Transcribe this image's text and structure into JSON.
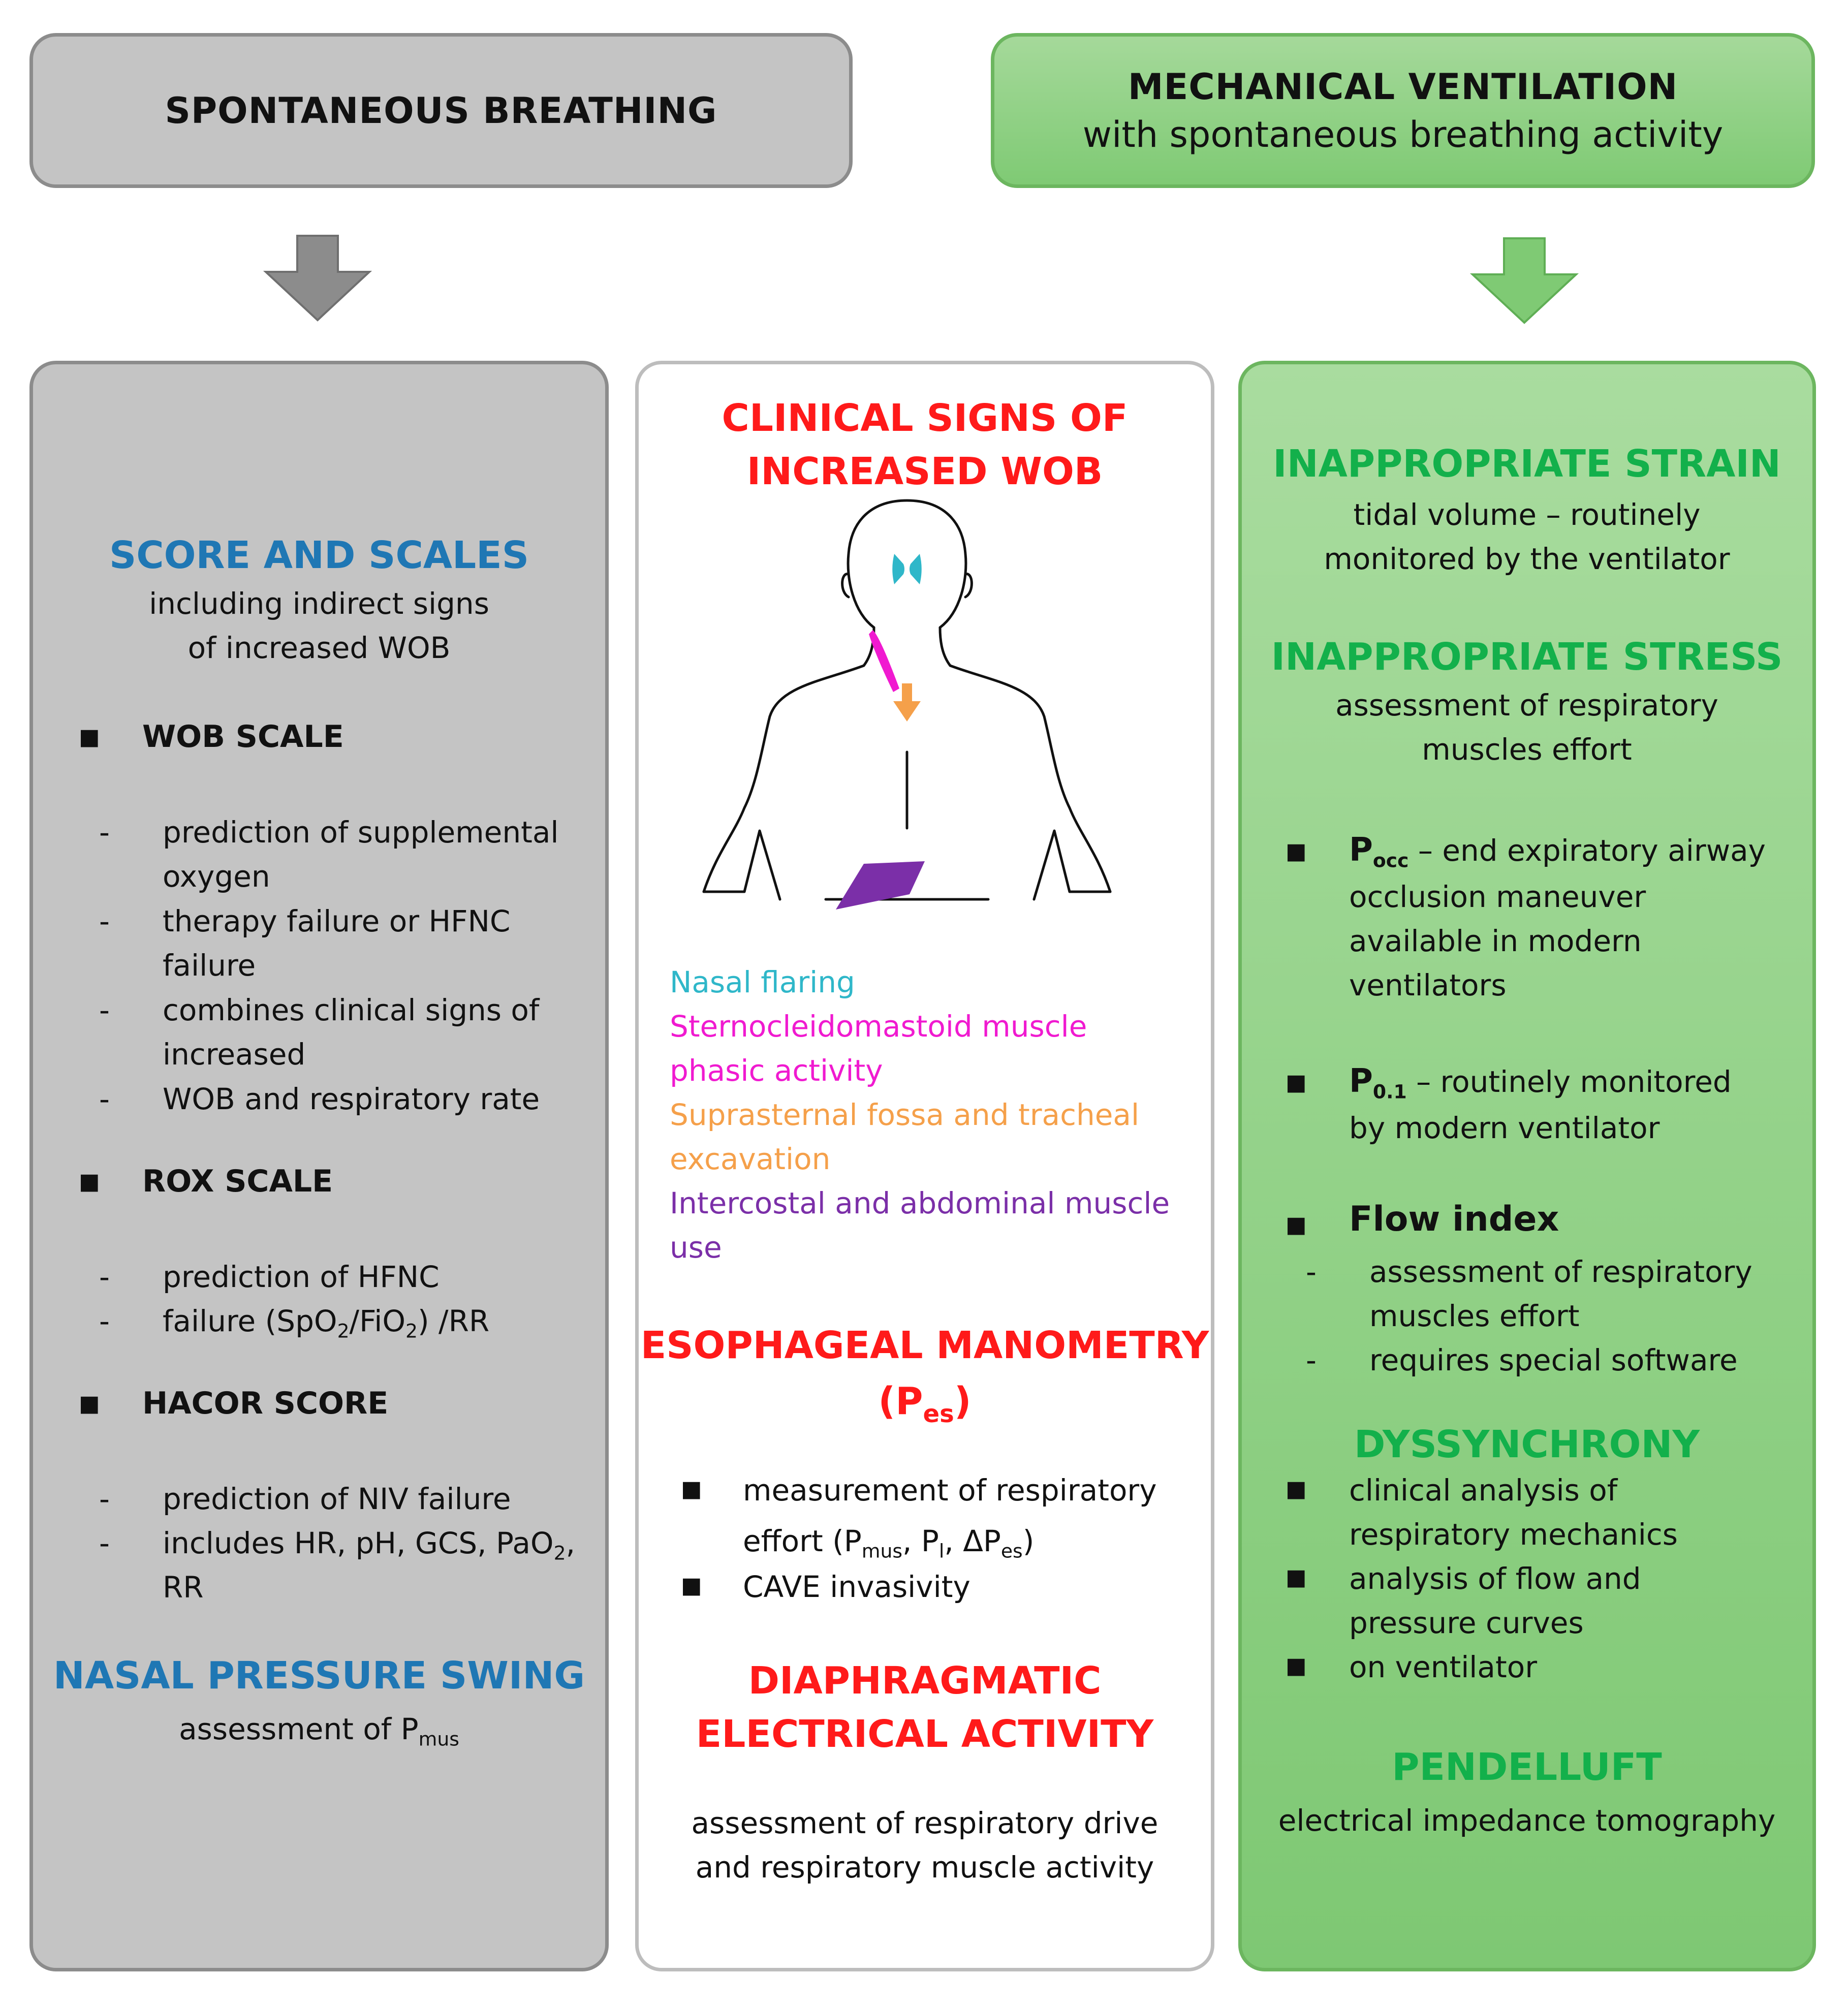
{
  "header_left": {
    "title": "SPONTANEOUS BREATHING"
  },
  "header_right": {
    "title": "MECHANICAL VENTILATION",
    "subtitle": "with spontaneous breathing activity"
  },
  "left": {
    "title": "SCORE AND SCALES",
    "subtitle_1": "including indirect signs",
    "subtitle_2": "of increased WOB",
    "wob_scale": "WOB SCALE",
    "wob_items": [
      "prediction of supplemental",
      "oxygen",
      "therapy failure or HFNC",
      "failure",
      "combines clinical signs of",
      "increased",
      "WOB and respiratory rate"
    ],
    "rox_scale": "ROX SCALE",
    "rox_1": "prediction of HFNC",
    "rox_2_a": "failure (SpO",
    "rox_2_b": "/FiO",
    "rox_2_c": ") /RR",
    "hacor": "HACOR SCORE",
    "hacor_1": "prediction of NIV failure",
    "hacor_2_a": "includes HR, pH, GCS, PaO",
    "hacor_2_b": ",",
    "hacor_3": "RR",
    "nasal_title": "NASAL PRESSURE SWING",
    "nasal_text": "assessment of P",
    "nasal_sub": "mus",
    "sub2": "2"
  },
  "middle": {
    "title_1": "CLINICAL SIGNS OF",
    "title_2": "INCREASED WOB",
    "signs": {
      "nasal": "Nasal flaring",
      "scm_1": "Sternocleidomastoid muscle",
      "scm_2": "phasic activity",
      "supra_1": "Suprasternal fossa and tracheal",
      "supra_2": "excavation",
      "inter_1": "Intercostal and abdominal muscle",
      "inter_2": "use"
    },
    "colors": {
      "nasal": "#2fb7c9",
      "scm": "#f01ad0",
      "supra": "#f5a04a",
      "inter": "#7b2fa8"
    },
    "eso_title": "ESOPHAGEAL MANOMETRY",
    "eso_p": "(P",
    "eso_sub": "es",
    "eso_close": ")",
    "eso_1": "measurement of respiratory",
    "eso_2_a": "effort (P",
    "eso_2_mus": "mus",
    "eso_2_b": ", P",
    "eso_2_l": "l",
    "eso_2_c": ", ΔP",
    "eso_2_es": "es",
    "eso_2_d": ")",
    "eso_3": "CAVE invasivity",
    "dia_1": "DIAPHRAGMATIC",
    "dia_2": "ELECTRICAL ACTIVITY",
    "dia_text_1": "assessment of respiratory drive",
    "dia_text_2": "and respiratory muscle activity"
  },
  "right": {
    "strain_title": "INAPPROPRIATE STRAIN",
    "strain_1": "tidal volume – routinely",
    "strain_2": "monitored by the ventilator",
    "stress_title": "INAPPROPRIATE STRESS",
    "stress_1": "assessment of respiratory",
    "stress_2": "muscles effort",
    "pocc_p": "P",
    "pocc_sub": "occ",
    "pocc_1": "– end expiratory airway",
    "pocc_2": "occlusion maneuver",
    "pocc_3": "available in modern",
    "pocc_4": "ventilators",
    "p01_p": "P",
    "p01_sub": "0.1",
    "p01_1": "– routinely monitored",
    "p01_2": "by modern ventilator",
    "flow": "Flow index",
    "flow_1": "assessment of respiratory",
    "flow_2": "muscles effort",
    "flow_3": "requires special software",
    "dys_title": "DYSSYNCHRONY",
    "dys_1": "clinical analysis of",
    "dys_2": "respiratory mechanics",
    "dys_3": "analysis of flow and",
    "dys_4": "pressure curves",
    "dys_5": "on ventilator",
    "pend_title": "PENDELLUFT",
    "pend_text": "electrical impedance tomography"
  },
  "symbols": {
    "dash": "-",
    "square": "■"
  }
}
